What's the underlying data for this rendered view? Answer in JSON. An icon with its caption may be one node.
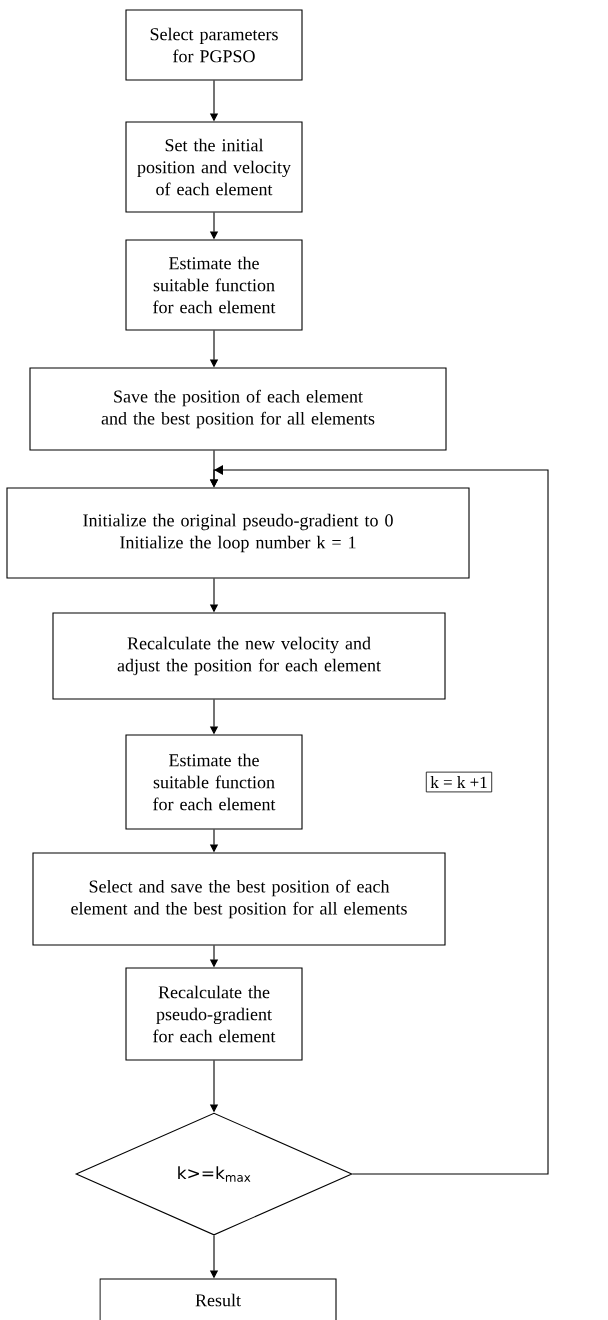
{
  "diagram": {
    "nodes": [
      {
        "text": [
          "Select parameters for PGPSO"
        ]
      },
      {
        "text": [
          "Set the initial position and velocity of each element"
        ]
      },
      {
        "text": [
          "Estimate the suitable function for each element"
        ]
      },
      {
        "text": [
          "Save the position of each element and the best position for all elements"
        ]
      },
      {
        "text": [
          "Initialize the original pseudo-gradient to 0",
          "Initialize the loop number k = 1"
        ]
      },
      {
        "text": [
          "Recalculate the new velocity and adjust the position for each element"
        ]
      },
      {
        "text": [
          "Estimate the suitable function for each element"
        ]
      },
      {
        "text": [
          "Select and save the best position of each element and the best position for all elements"
        ]
      },
      {
        "text": [
          "Recalculate the pseudo-gradient for each element"
        ]
      },
      {
        "text": [
          "k>=k$_{max}$"
        ]
      },
      {
        "text": [
          "Result"
        ]
      }
    ],
    "edges": [
      {
        "from": 0,
        "to": 1,
        "arrow": "to"
      },
      {
        "from": 1,
        "to": 2,
        "arrow": "to"
      },
      {
        "from": 2,
        "to": 3,
        "arrow": "to"
      },
      {
        "from": 3,
        "to": 4,
        "arrow": "to"
      },
      {
        "from": 4,
        "to": 5,
        "arrow": "to"
      },
      {
        "from": 5,
        "to": 6,
        "arrow": "to"
      },
      {
        "from": 6,
        "to": 7,
        "arrow": "to"
      },
      {
        "from": 7,
        "to": 8,
        "arrow": "to"
      },
      {
        "from": 8,
        "to": 9,
        "arrow": "to"
      },
      {
        "from": 9,
        "to": 10,
        "arrow": "to"
      },
      {
        "from": 9,
        "to": 4,
        "arrow": "to",
        "label": "k = k +1"
      }
    ]
  }
}
